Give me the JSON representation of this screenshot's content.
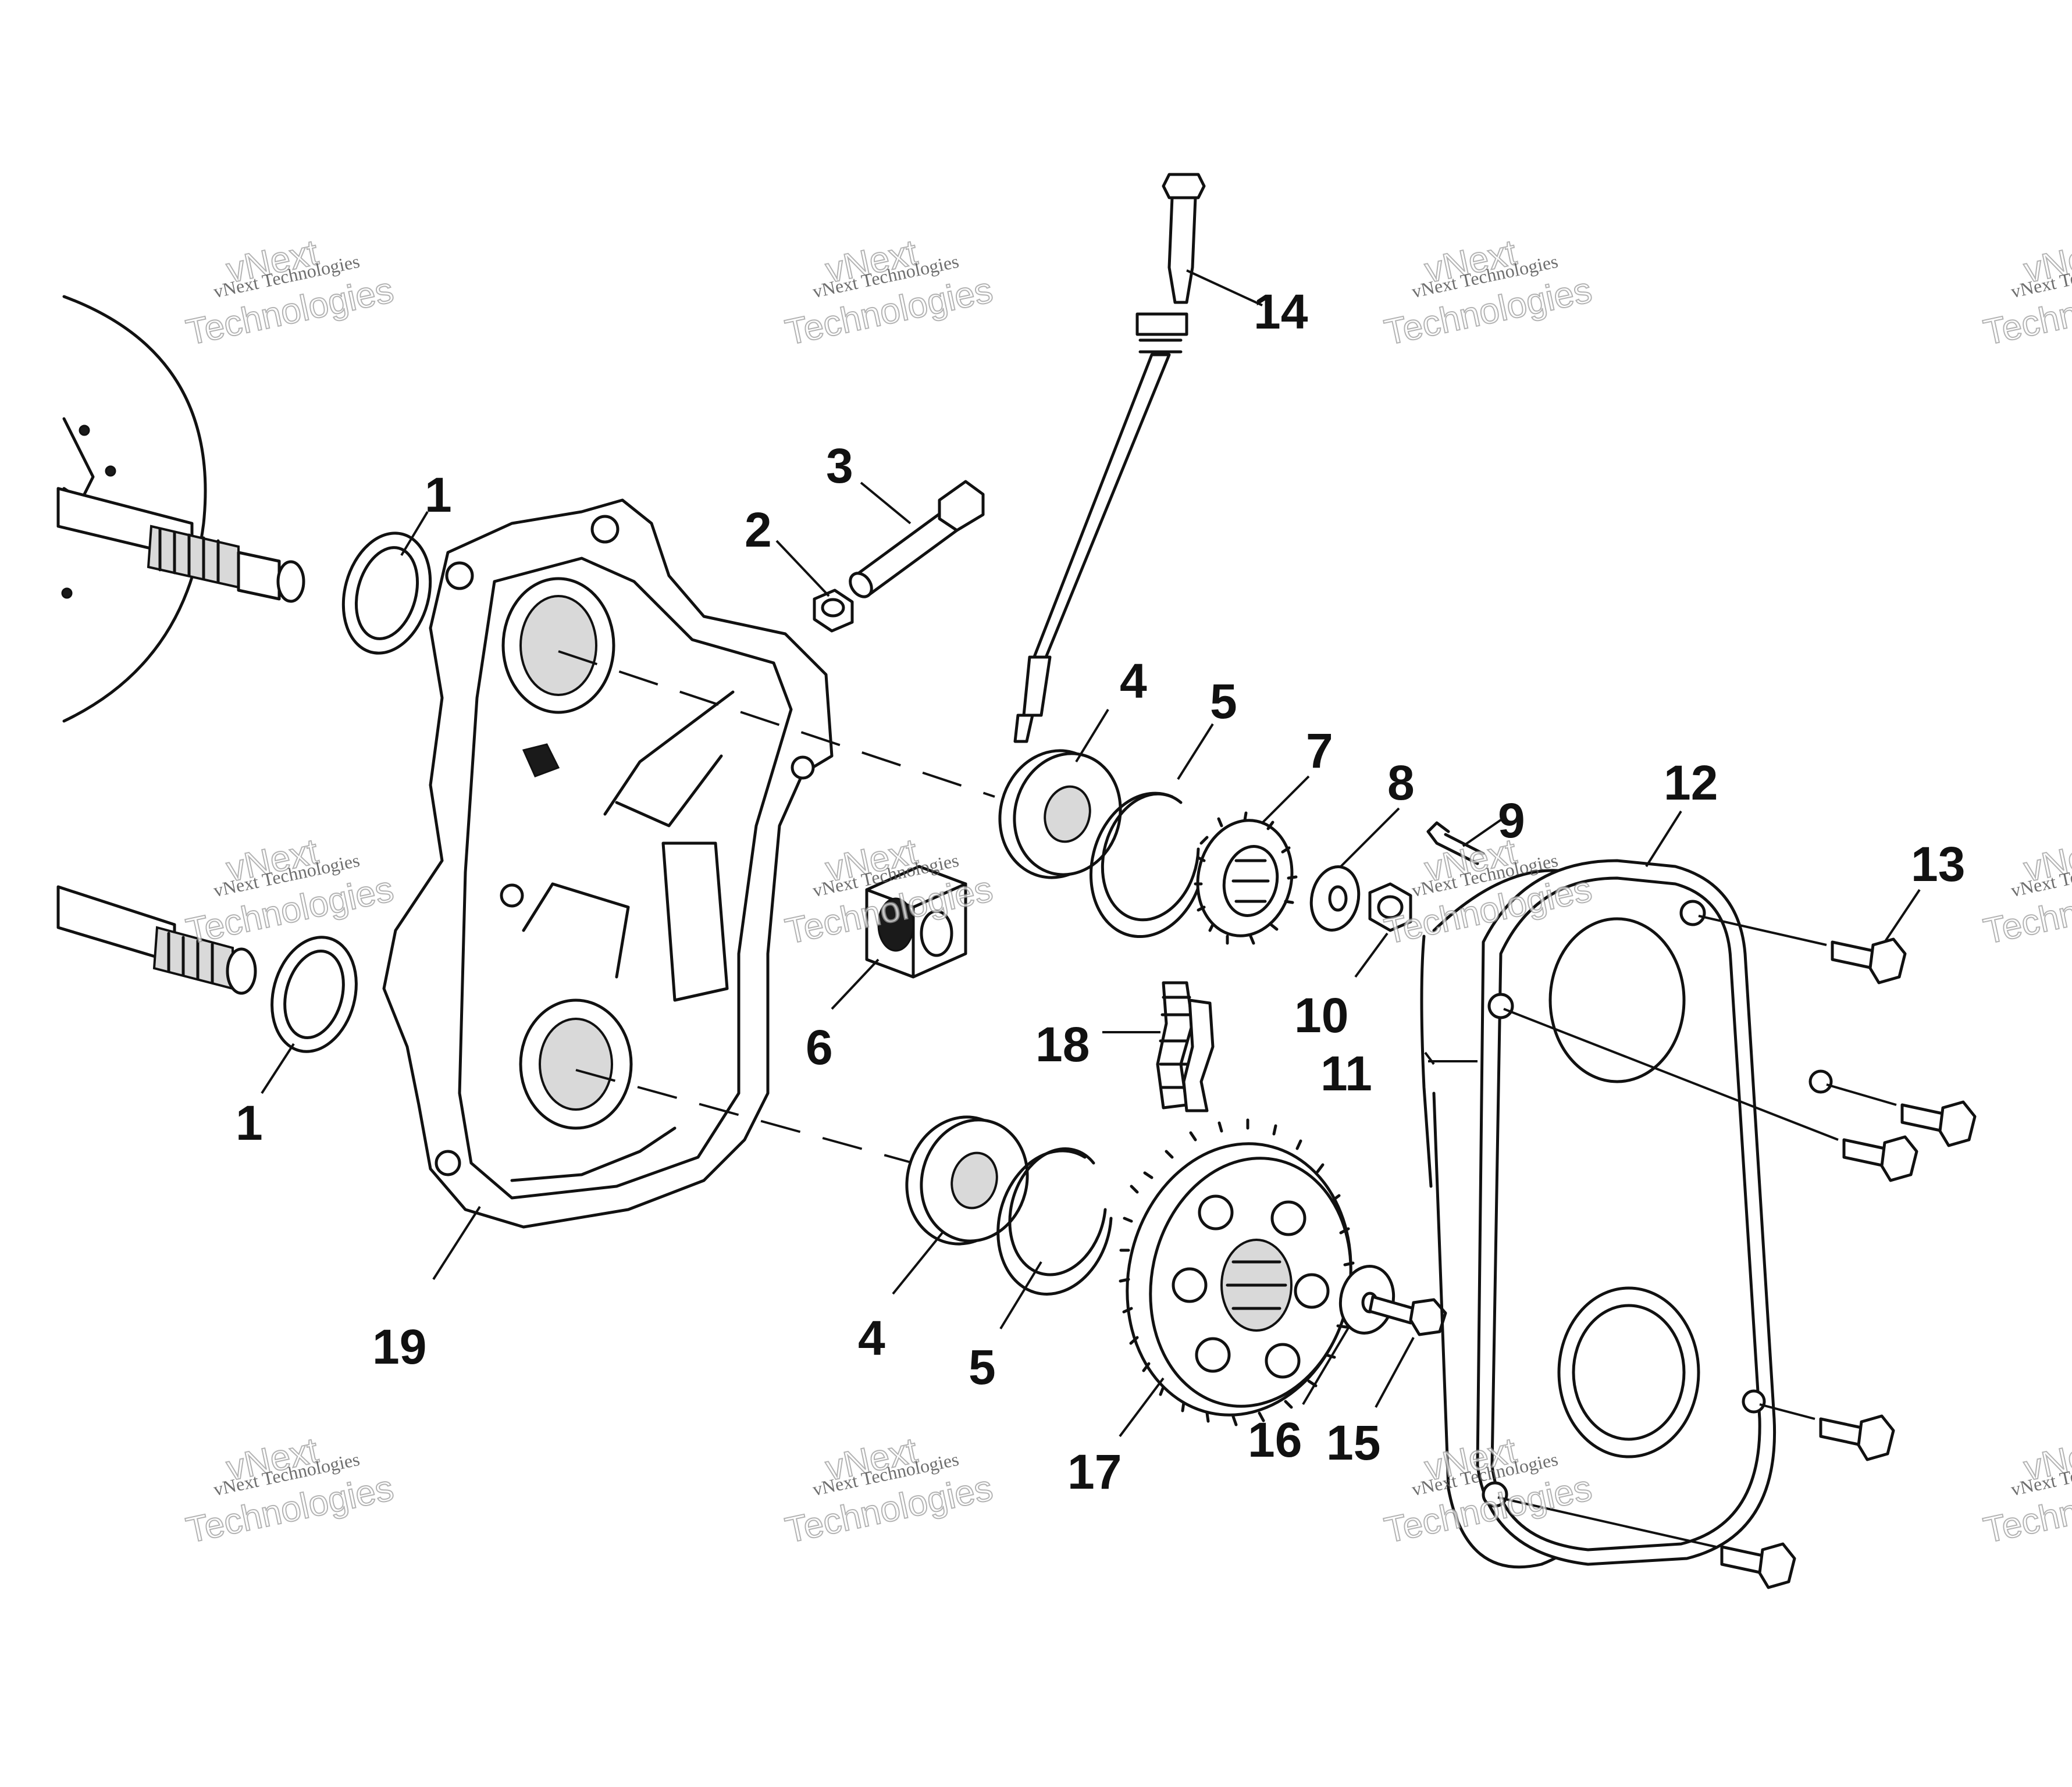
{
  "callouts": [
    "1",
    "1",
    "2",
    "3",
    "4",
    "4",
    "5",
    "5",
    "6",
    "7",
    "8",
    "9",
    "10",
    "11",
    "12",
    "13",
    "14",
    "15",
    "16",
    "17",
    "18",
    "19"
  ],
  "watermark": {
    "line_small": "vNext Technologies",
    "line_large_1": "vNext",
    "line_large_2": "Technologies"
  }
}
